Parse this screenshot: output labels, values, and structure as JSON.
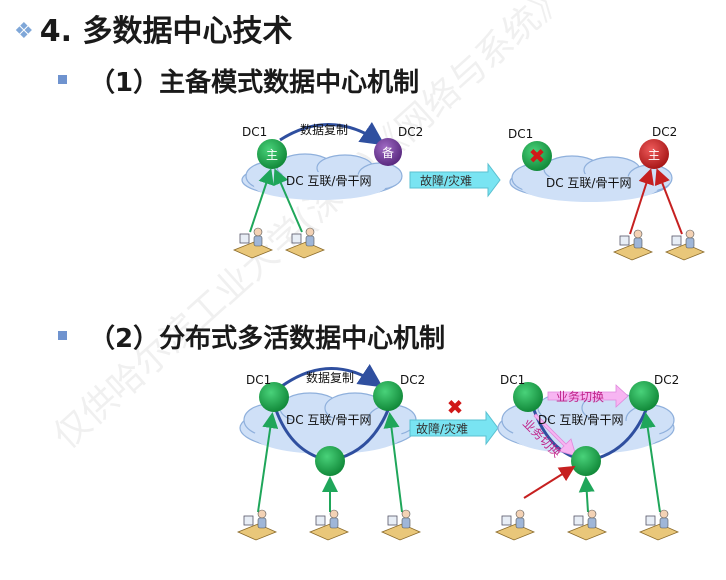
{
  "heading": {
    "icon": "diamond-bullet-icon",
    "text": "4. 多数据中心技术"
  },
  "section1": {
    "title": "（1）主备模式数据中心机制",
    "before": {
      "dc1_label": "DC1",
      "dc2_label": "DC2",
      "replication_label": "数据复制",
      "primary_node": "主",
      "standby_node": "备",
      "network_label": "DC 互联/骨干网"
    },
    "transition_label": "故障/灾难",
    "after": {
      "dc1_label": "DC1",
      "dc2_label": "DC2",
      "failed_icon": "red-x-icon",
      "new_primary_node": "主",
      "network_label": "DC 互联/骨干网"
    }
  },
  "section2": {
    "title": "（2）分布式多活数据中心机制",
    "before": {
      "dc1_label": "DC1",
      "dc2_label": "DC2",
      "replication_label": "数据复制",
      "network_label": "DC 互联/骨干网"
    },
    "transition_label": "故障/灾难",
    "after": {
      "dc1_label": "DC1",
      "dc2_label": "DC2",
      "switch_label_1": "业务切换",
      "switch_label_2": "业务切换",
      "network_label": "DC 互联/骨干网"
    }
  },
  "watermark": "仅供哈尔滨工业大学(深圳)《网络与系统》课程使用",
  "colors": {
    "node_green": "#1ea64b",
    "node_purple": "#7a3fa0",
    "node_red": "#d22a2a",
    "arrow_blue": "#2f4f9f",
    "arrow_green": "#1fa65a",
    "arrow_red": "#c62020",
    "cloud_fill": "#cfe0f7",
    "cloud_stroke": "#8fb0dc",
    "transition_arrow": "#79e4f2",
    "switch_arrow": "#f7b5f2"
  }
}
